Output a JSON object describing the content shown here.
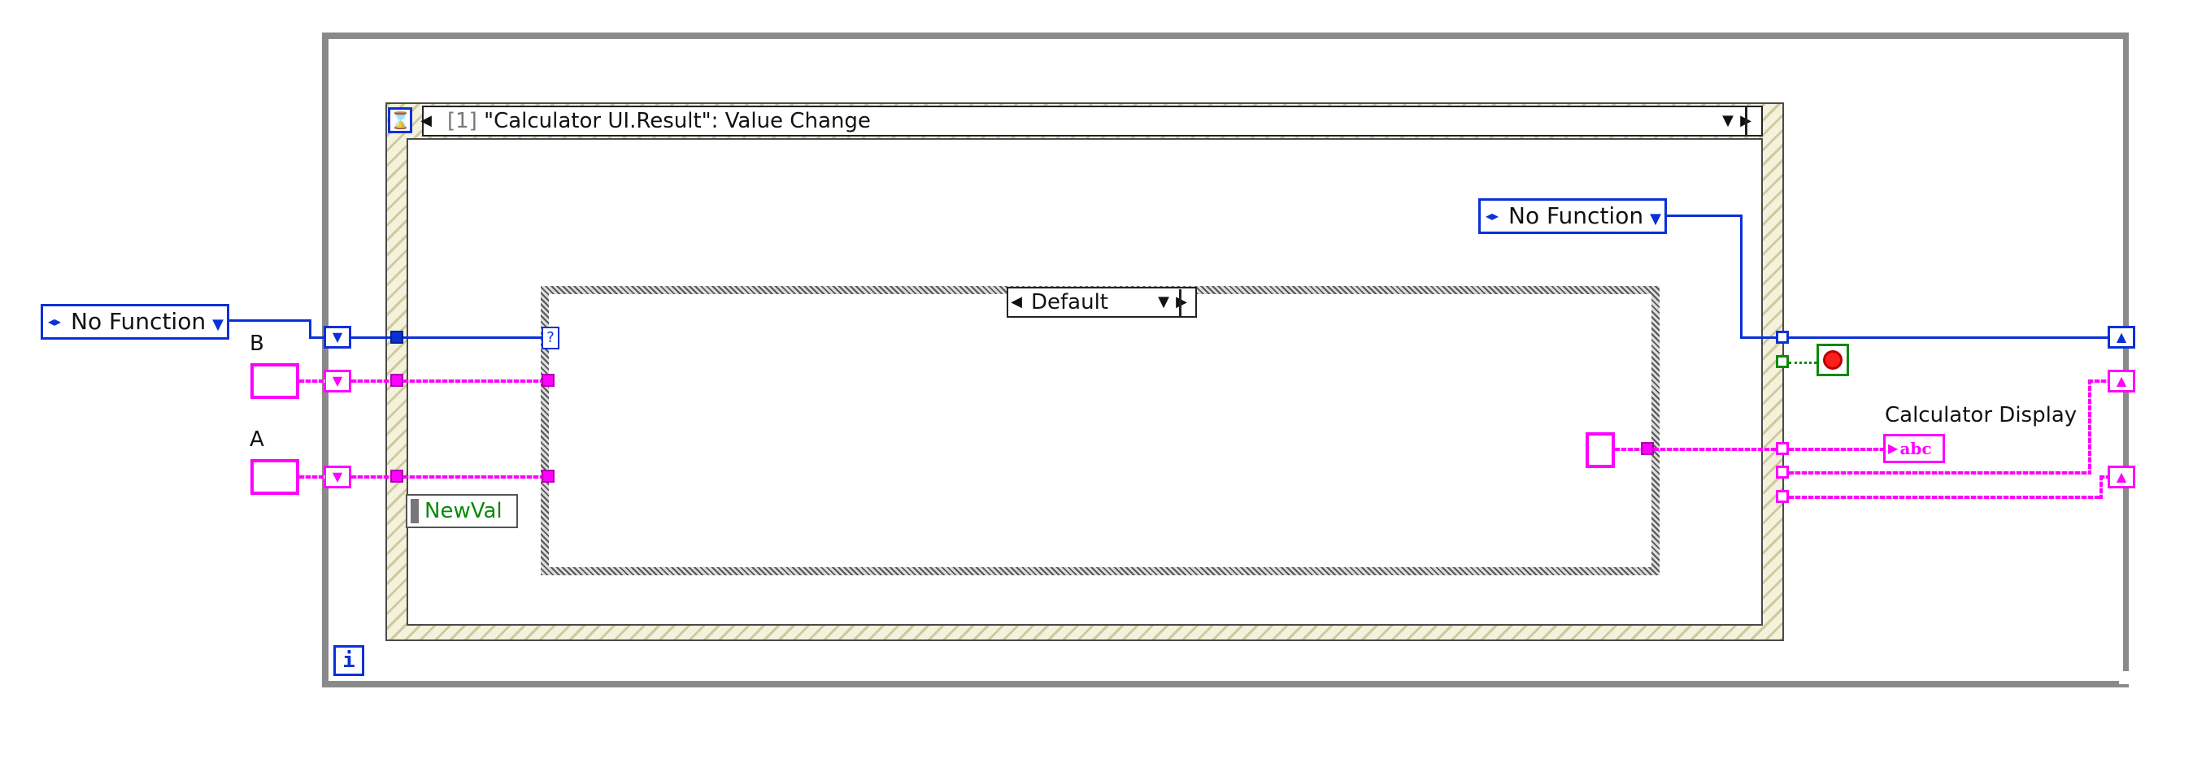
{
  "event_structure": {
    "case_index": "[1]",
    "case_label": "\"Calculator UI.Result\": Value Change",
    "prev_icon": "left-arrow",
    "next_icon": "right-arrow",
    "dropdown_icon": "down-arrow",
    "timeout_icon": "hourglass-icon"
  },
  "case_structure": {
    "selector": "Default",
    "selector_terminal": "?"
  },
  "enum_outer": "No Function",
  "enum_inner": "No Function",
  "controls": {
    "b_label": "B",
    "a_label": "A"
  },
  "event_data_node": {
    "label": "NewVal"
  },
  "indicator": {
    "label": "Calculator Display",
    "terminal_text": "abc"
  },
  "loop_iteration_terminal": "i",
  "colors": {
    "enum_wire": "#0a30d8",
    "string_wire": "#ff00ff",
    "boolean": "#0a8a0a",
    "structure_border": "#8a8a8a"
  }
}
